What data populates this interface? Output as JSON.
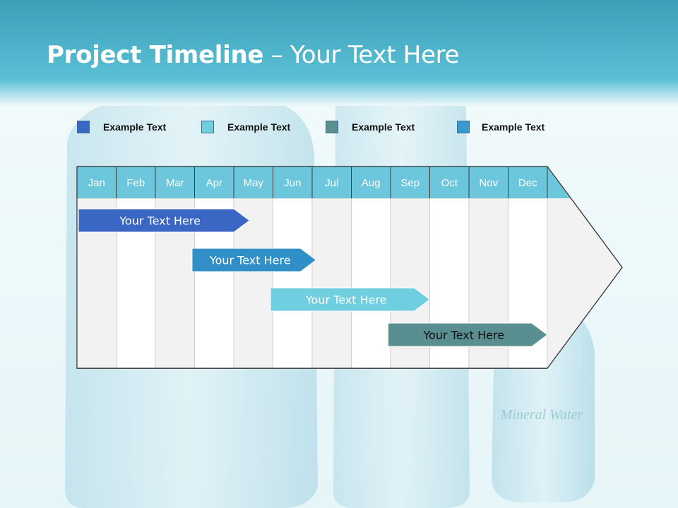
{
  "slide": {
    "title_bold": "Project Timeline",
    "title_rest": " – Your Text Here",
    "bottle_label": "Mineral Water"
  },
  "legend": [
    {
      "label": "Example Text",
      "color": "#3a66c4"
    },
    {
      "label": "Example Text",
      "color": "#6fcfe0"
    },
    {
      "label": "Example Text",
      "color": "#5a8f92"
    },
    {
      "label": "Example Text",
      "color": "#3a9ad0"
    }
  ],
  "months": [
    "Jan",
    "Feb",
    "Mar",
    "Apr",
    "May",
    "Jun",
    "Jul",
    "Aug",
    "Sep",
    "Oct",
    "Nov",
    "Dec"
  ],
  "tasks": [
    {
      "label": "Your  Text Here",
      "start_month": 1,
      "end_month": 4.4,
      "color": "#3a66c4",
      "text_color": "#ffffff"
    },
    {
      "label": "Your  Text Here",
      "start_month": 3.9,
      "end_month": 6.1,
      "color": "#2f8fc6",
      "text_color": "#ffffff"
    },
    {
      "label": "Your  Text Here",
      "start_month": 5.9,
      "end_month": 9.0,
      "color": "#6fcfe0",
      "text_color": "#ffffff"
    },
    {
      "label": "Your  Text Here",
      "start_month": 8.9,
      "end_month": 12.0,
      "color": "#5a8f92",
      "text_color": "#111111"
    }
  ],
  "colors": {
    "header_fill": "#6dc7dc",
    "stripe_gray": "#f2f2f2",
    "stripe_white": "#ffffff",
    "title_band_top": "#3aa3ba",
    "title_band_bottom": "#62c4d8"
  }
}
